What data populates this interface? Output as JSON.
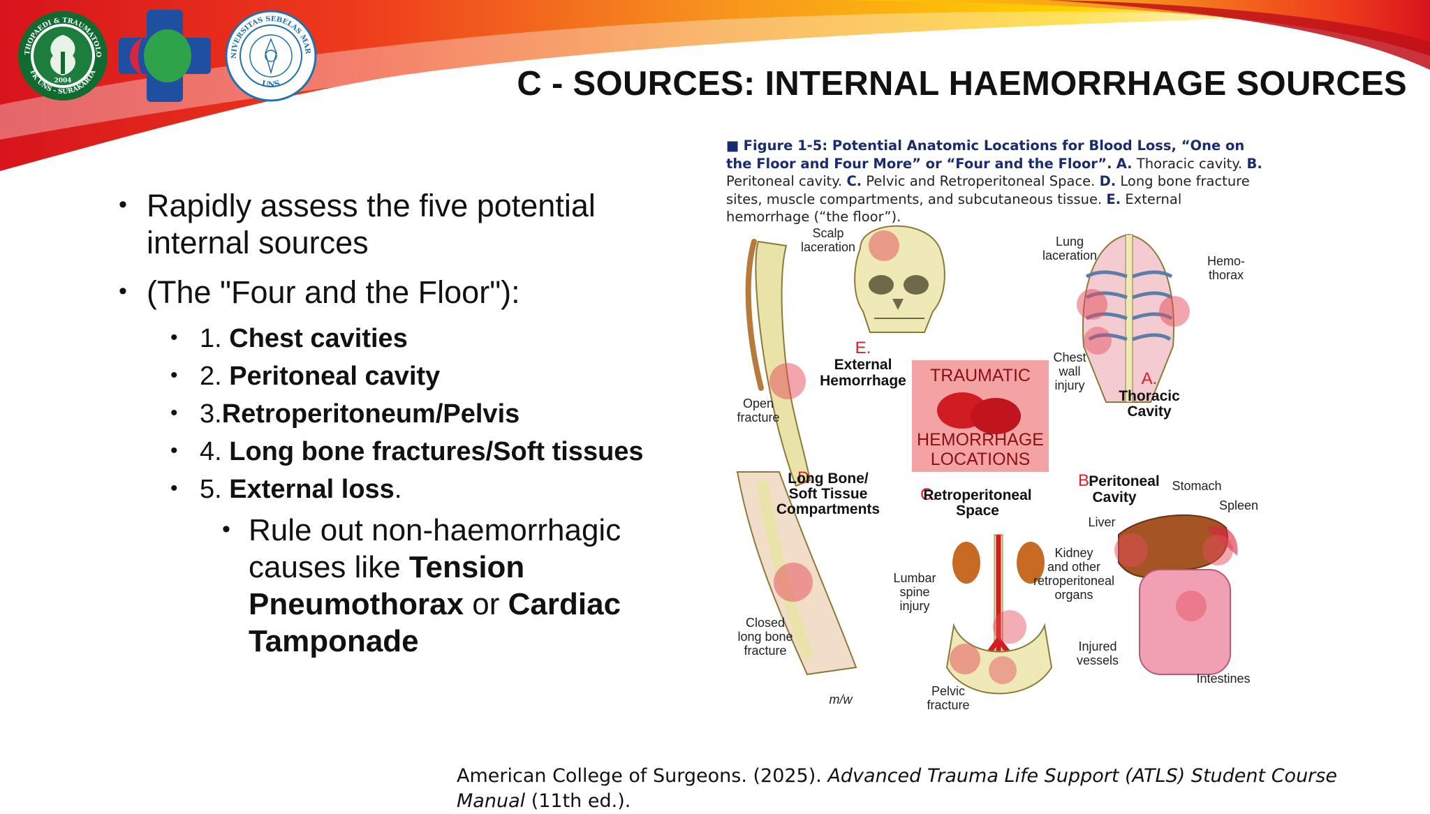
{
  "slide": {
    "title": "C - SOURCES: INTERNAL HAEMORRHAGE SOURCES",
    "colors": {
      "swoosh_red": "#d7141c",
      "swoosh_orange": "#f7931e",
      "swoosh_yellow": "#ffd200"
    }
  },
  "logos": [
    {
      "name": "Orthopaedi & Traumatologi FK UNS - Surakarta",
      "ring_top": "ORTHOPAEDI & TRAUMATOLOGI",
      "ring_bottom": "FK UNS - SURAKARTA",
      "year": "2004",
      "colors": {
        "ring": "#0f6b2f",
        "inner": "#ffffff"
      }
    },
    {
      "name": "cross-logo",
      "colors": {
        "blue": "#1f4fa0",
        "green": "#2ea34a",
        "red": "#d7263d"
      }
    },
    {
      "name": "Universitas Sebelas Maret",
      "ring_top": "UNIVERSITAS SEBELAS MARET",
      "ring_bottom": "UNS",
      "colors": {
        "ring": "#1f6fb5"
      }
    }
  ],
  "bullets": {
    "b1": "Rapidly assess the five potential internal sources",
    "b2": "(The \"Four and the Floor\"):",
    "items": [
      {
        "num": "1. ",
        "text": "Chest cavities"
      },
      {
        "num": "2. ",
        "text": "Peritoneal cavity"
      },
      {
        "num": "3.",
        "text": "Retroperitoneum/Pelvis"
      },
      {
        "num": "4. ",
        "text": "Long bone fractures/Soft tissues"
      },
      {
        "num": "5. ",
        "text": "External loss",
        "suffix": "."
      }
    ],
    "sub": {
      "lead": "Rule out non-haemorrhagic causes like ",
      "term1": "Tension Pneumothorax",
      "mid": " or ",
      "term2": "Cardiac Tamponade"
    }
  },
  "figure": {
    "caption_bold": "Figure 1-5: Potential Anatomic Locations for Blood Loss, “One on the Floor and Four More” or “Four and the Floor”.",
    "caption_parts": [
      {
        "letter": "A.",
        "text": " Thoracic cavity. "
      },
      {
        "letter": "B.",
        "text": " Peritoneal cavity. "
      },
      {
        "letter": "C.",
        "text": " Pelvic and Retroperitoneal Space. "
      },
      {
        "letter": "D.",
        "text": " Long bone fracture sites, muscle compartments, and subcutaneous tissue. "
      },
      {
        "letter": "E.",
        "text": " External hemorrhage (“the floor”)."
      }
    ],
    "center_box": {
      "line1": "TRAUMATIC",
      "line2": "HEMORRHAGE",
      "line3": "LOCATIONS"
    },
    "panels": {
      "E": {
        "letter": "E.",
        "head1": "External",
        "head2": "Hemorrhage",
        "label_scalp1": "Scalp",
        "label_scalp2": "laceration",
        "label_open1": "Open",
        "label_open2": "fracture"
      },
      "A": {
        "letter": "A.",
        "head1": "Thoracic",
        "head2": "Cavity",
        "label_lung1": "Lung",
        "label_lung2": "laceration",
        "label_hemo1": "Hemo-",
        "label_hemo2": "thorax",
        "label_chest1": "Chest",
        "label_chest2": "wall",
        "label_chest3": "injury"
      },
      "D": {
        "letter": "D.",
        "head1": "Long Bone/",
        "head2": "Soft Tissue",
        "head3": "Compartments",
        "label_closed1": "Closed",
        "label_closed2": "long bone",
        "label_closed3": "fracture"
      },
      "C": {
        "letter": "C.",
        "head1": "Retroperitoneal",
        "head2": "Space",
        "label_lumbar1": "Lumbar",
        "label_lumbar2": "spine",
        "label_lumbar3": "injury",
        "label_kidney1": "Kidney",
        "label_kidney2": "and other",
        "label_kidney3": "retroperitoneal",
        "label_kidney4": "organs",
        "label_pelvic1": "Pelvic",
        "label_pelvic2": "fracture",
        "label_vessels1": "Injured",
        "label_vessels2": "vessels"
      },
      "B": {
        "letter": "B.",
        "head1": "Peritoneal",
        "head2": "Cavity",
        "label_stomach": "Stomach",
        "label_spleen": "Spleen",
        "label_liver": "Liver",
        "label_intestines": "Intestines"
      }
    },
    "signature": "m/w"
  },
  "citation": {
    "author": "American College of Surgeons. (2025). ",
    "title": "Advanced Trauma Life Support (ATLS) Student Course Manual",
    "edition": " (11th ed.)."
  }
}
